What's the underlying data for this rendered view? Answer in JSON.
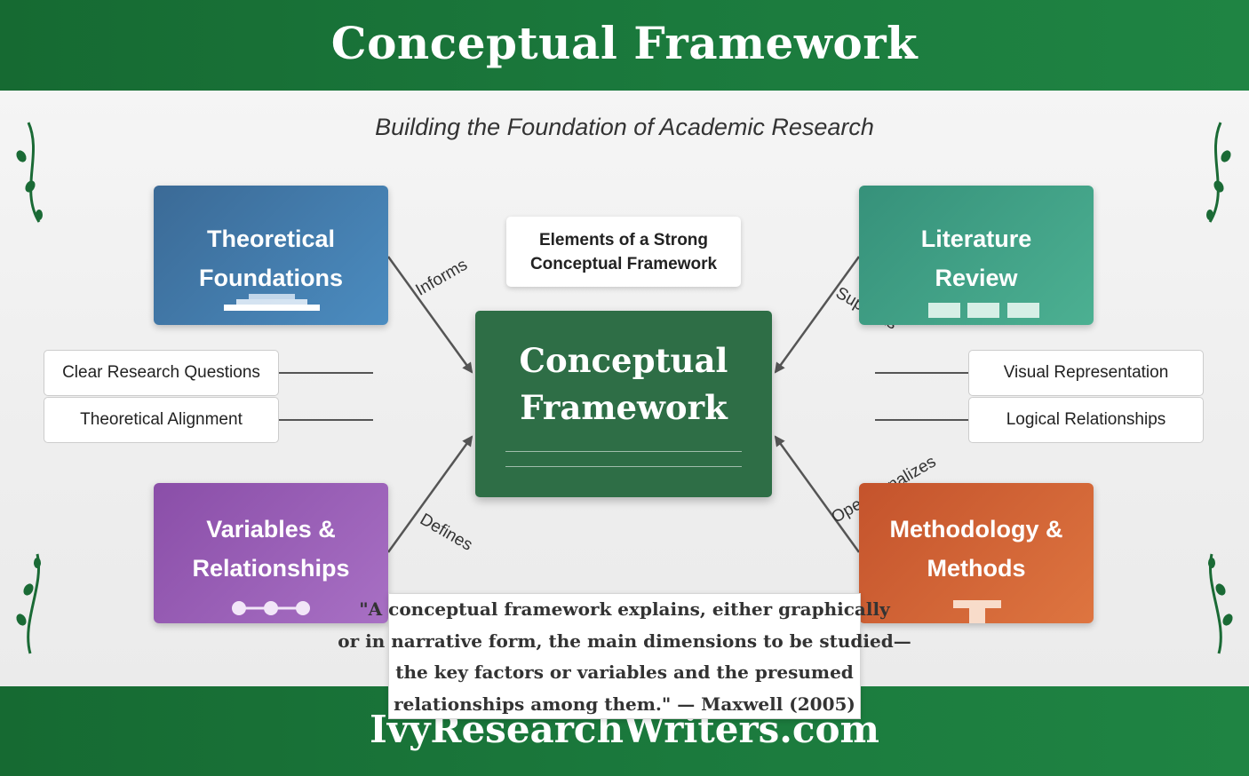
{
  "header": {
    "title": "Conceptual Framework"
  },
  "subtitle": "Building the Foundation of Academic Research",
  "elements_card": {
    "line1": "Elements of a Strong",
    "line2": "Conceptual Framework"
  },
  "center": {
    "line1": "Conceptual",
    "line2": "Framework"
  },
  "boxes": {
    "theoretical": {
      "line1": "Theoretical",
      "line2": "Foundations",
      "color": "#4275a6"
    },
    "literature": {
      "line1": "Literature",
      "line2": "Review",
      "color": "#3fa085"
    },
    "variables": {
      "line1": "Variables &",
      "line2": "Relationships",
      "color": "#9a5fb6"
    },
    "methodology": {
      "line1": "Methodology &",
      "line2": "Methods",
      "color": "#d0643a"
    }
  },
  "connectors": {
    "informs": "Informs",
    "supports": "Supports",
    "defines": "Defines",
    "operationalizes": "Operationalizes"
  },
  "elements_left": [
    "Clear Research Questions",
    "Theoretical Alignment"
  ],
  "elements_right": [
    "Visual Representation",
    "Logical Relationships"
  ],
  "quote": {
    "line1": "\"A conceptual framework explains, either graphically",
    "line2": "or in narrative form, the main dimensions to be studied—",
    "line3": "the key factors or variables and the presumed",
    "line4": "relationships among them.\" — Maxwell (2005)"
  },
  "footer": {
    "brand": "IvyResearchWriters.com"
  },
  "colors": {
    "header_green": "#1b7a3d",
    "center_green": "#2e6e46"
  }
}
